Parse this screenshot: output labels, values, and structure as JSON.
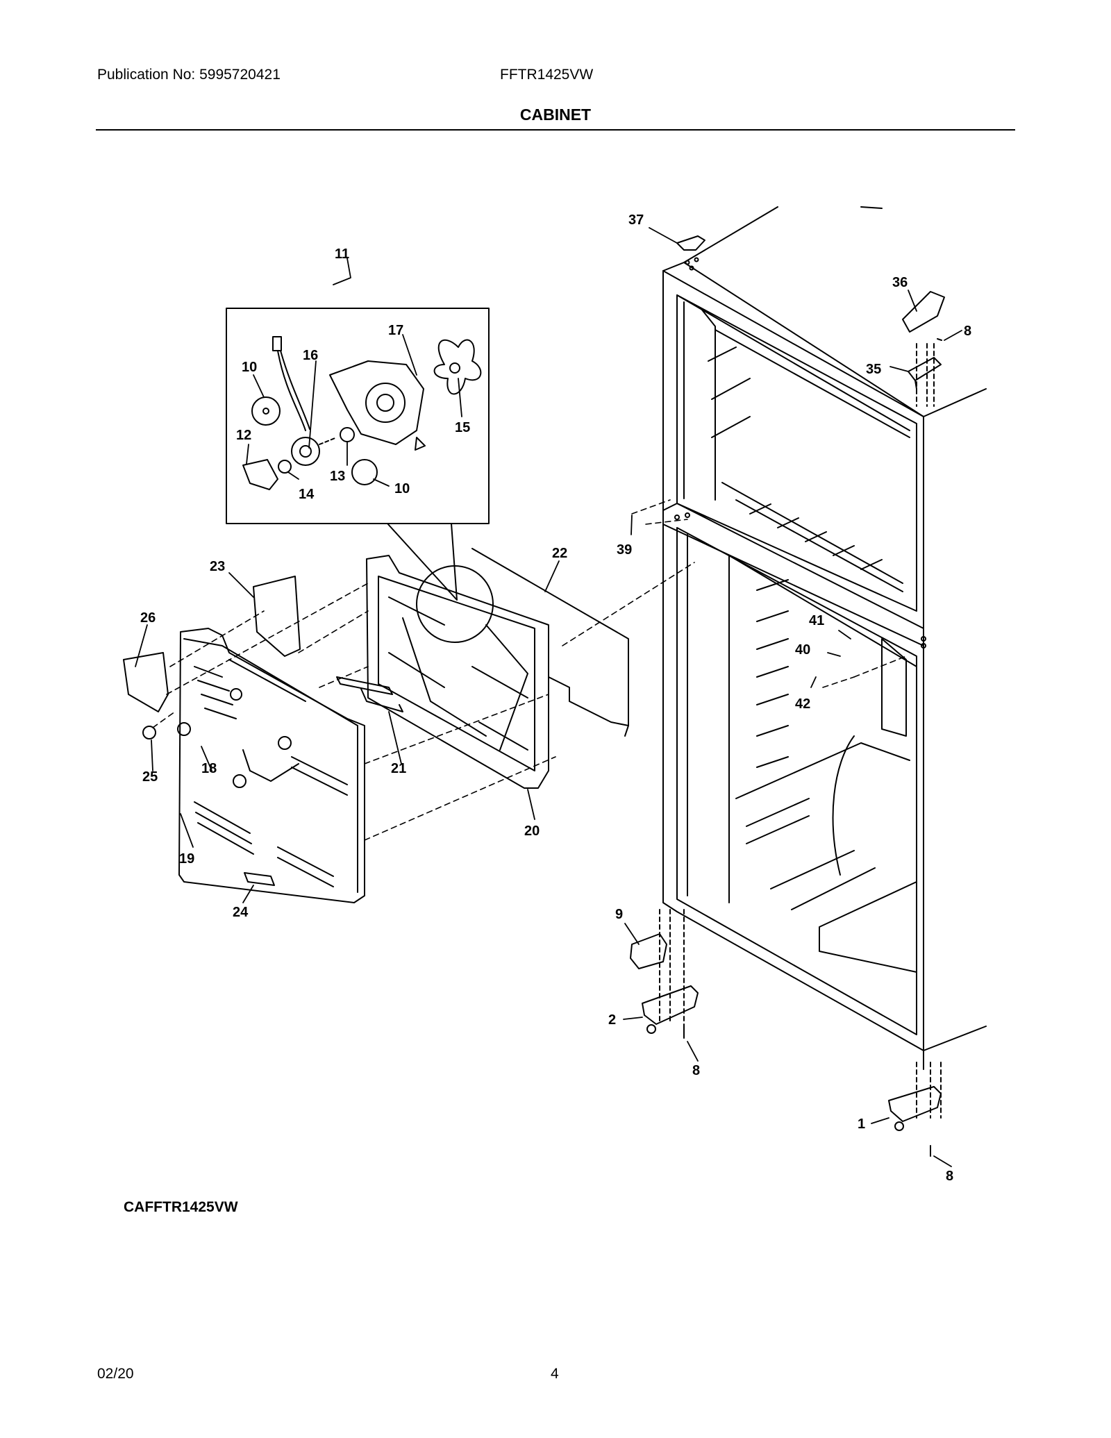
{
  "header": {
    "publication": "Publication No: 5995720421",
    "model": "FFTR1425VW"
  },
  "section_title": "CABINET",
  "diagram_code": "CAFFTR1425VW",
  "footer": {
    "date": "02/20",
    "page": "4"
  },
  "callouts": {
    "c37": "37",
    "c36": "36",
    "c8a": "8",
    "c35": "35",
    "c11": "11",
    "c17": "17",
    "c16": "16",
    "c10a": "10",
    "c12": "12",
    "c15": "15",
    "c13": "13",
    "c14": "14",
    "c10b": "10",
    "c22": "22",
    "c39": "39",
    "c23": "23",
    "c26": "26",
    "c41": "41",
    "c40": "40",
    "c42": "42",
    "c25": "25",
    "c18": "18",
    "c21": "21",
    "c20": "20",
    "c19": "19",
    "c24": "24",
    "c9": "9",
    "c2": "2",
    "c8b": "8",
    "c1": "1",
    "c8c": "8"
  }
}
